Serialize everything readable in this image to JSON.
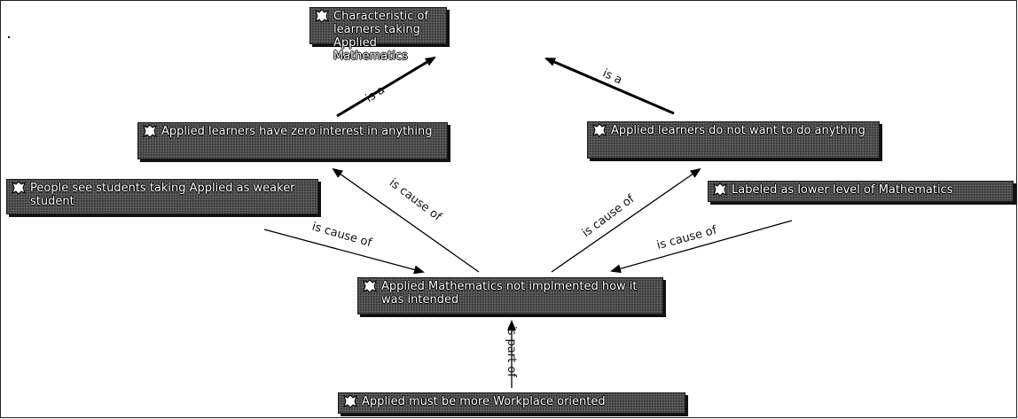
{
  "nodes": {
    "characteristic": "Characteristic of learners taking Applied Mathematics",
    "zero_interest": "Applied learners have zero interest in anything",
    "not_want": "Applied learners do not want to do anything",
    "people_see": "People see students taking Applied as weaker student",
    "labeled_lower": "Labeled as lower level of Mathematics",
    "not_implemented": "Applied Mathematics not implmented how it was intended",
    "workplace": "Applied must be more Workplace oriented"
  },
  "links": {
    "is_a_left": "is a",
    "is_a_right": "is a",
    "cause_zero": "is cause of",
    "cause_not_want": "is cause of",
    "cause_people": "is cause of",
    "cause_labeled": "is cause of",
    "part_of": "is part of"
  },
  "icon": "concept-icon"
}
